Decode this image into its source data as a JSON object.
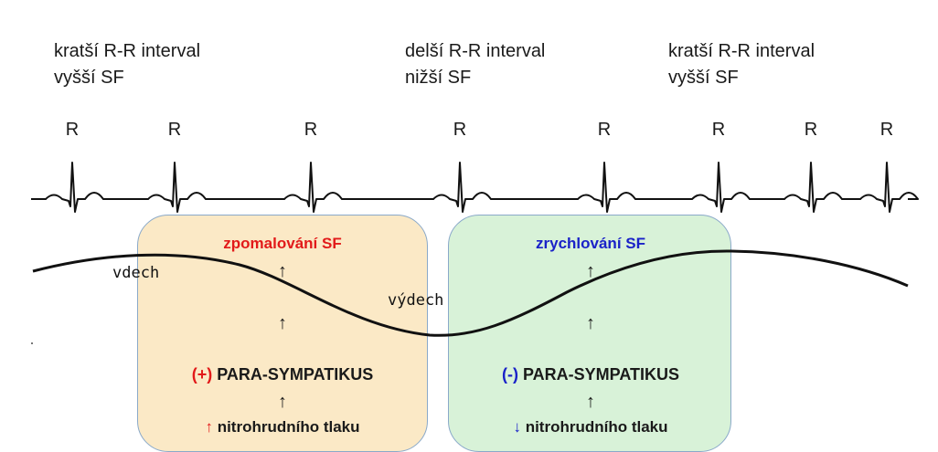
{
  "headers": [
    {
      "line1": "kratší R-R interval",
      "line2": "vyšší SF"
    },
    {
      "line1": "delší R-R interval",
      "line2": "nižší SF"
    },
    {
      "line1": "kratší R-R interval",
      "line2": "vyšší SF"
    }
  ],
  "r_label": "R",
  "r_peaks": [
    79,
    191,
    340,
    503,
    661,
    786,
    887,
    970
  ],
  "breathing": {
    "inhale": "vdech",
    "exhale": "výdech"
  },
  "left_panel": {
    "title": "zpomalování SF",
    "arrow": "↑",
    "sign": "(+)",
    "nerve": "PARA-SYMPATIKUS",
    "pressure_arrow": "↑",
    "pressure": "nitrohrudního tlaku"
  },
  "right_panel": {
    "title": "zrychlování SF",
    "arrow": "↑",
    "sign": "(-)",
    "nerve": "PARA-SYMPATIKUS",
    "pressure_arrow": "↓",
    "pressure": "nitrohrudního tlaku"
  },
  "colors": {
    "red": "#e21a1a",
    "blue": "#1a22c8",
    "left_box": "#fbe9c6",
    "right_box": "#d8f2d8"
  }
}
